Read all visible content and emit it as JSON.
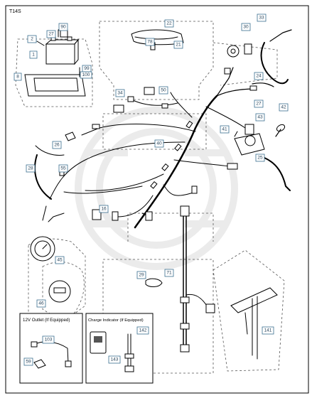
{
  "model_code": "T14S",
  "inset_outlet": {
    "title": "12V Outlet (If Equipped)",
    "parts": [
      "103",
      "59"
    ]
  },
  "inset_charge": {
    "title": "Charge Indicator (If Equipped)",
    "parts": [
      "142",
      "143"
    ]
  },
  "callouts": [
    "2",
    "27",
    "90",
    "22",
    "33",
    "30",
    "1",
    "99",
    "100",
    "78",
    "21",
    "24",
    "8",
    "50",
    "34",
    "27",
    "43",
    "42",
    "41",
    "26",
    "40",
    "25",
    "28",
    "55",
    "16",
    "45",
    "29",
    "71",
    "46",
    "141"
  ],
  "colors": {
    "callout_border": "#3b6f8f",
    "callout_text": "#1f3d55",
    "line": "#000000"
  }
}
